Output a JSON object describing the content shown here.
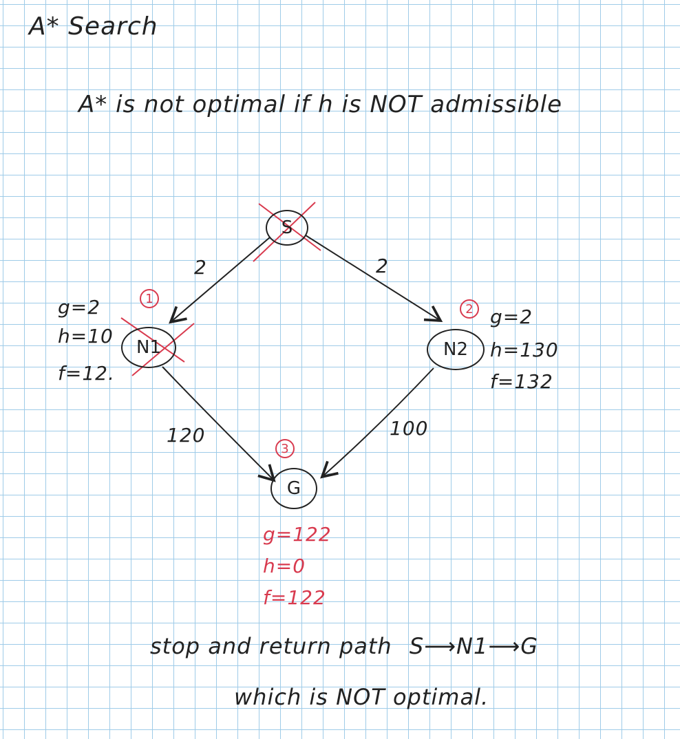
{
  "title": "A*  Search",
  "subtitle": "A* is not optimal if h is NOT admissible",
  "nodes": {
    "s": {
      "label": "S"
    },
    "n1": {
      "label": "N1",
      "order": "1",
      "g": "g=2",
      "h": "h=10",
      "f": "f=12."
    },
    "n2": {
      "label": "N2",
      "order": "2",
      "g": "g=2",
      "h": "h=130",
      "f": "f=132"
    },
    "g": {
      "label": "G",
      "order": "3",
      "g": "g=122",
      "h": "h=0",
      "f": "f=122"
    }
  },
  "edges": {
    "s_n1": "2",
    "s_n2": "2",
    "n1_g": "120",
    "n2_g": "100"
  },
  "conclusion": {
    "line1_prefix": "stop and return path",
    "path": "S⟶N1⟶G",
    "line2": "which is NOT optimal."
  },
  "colors": {
    "ink": "#222222",
    "red": "#d83a4e",
    "grid": "#9ecbe8"
  }
}
